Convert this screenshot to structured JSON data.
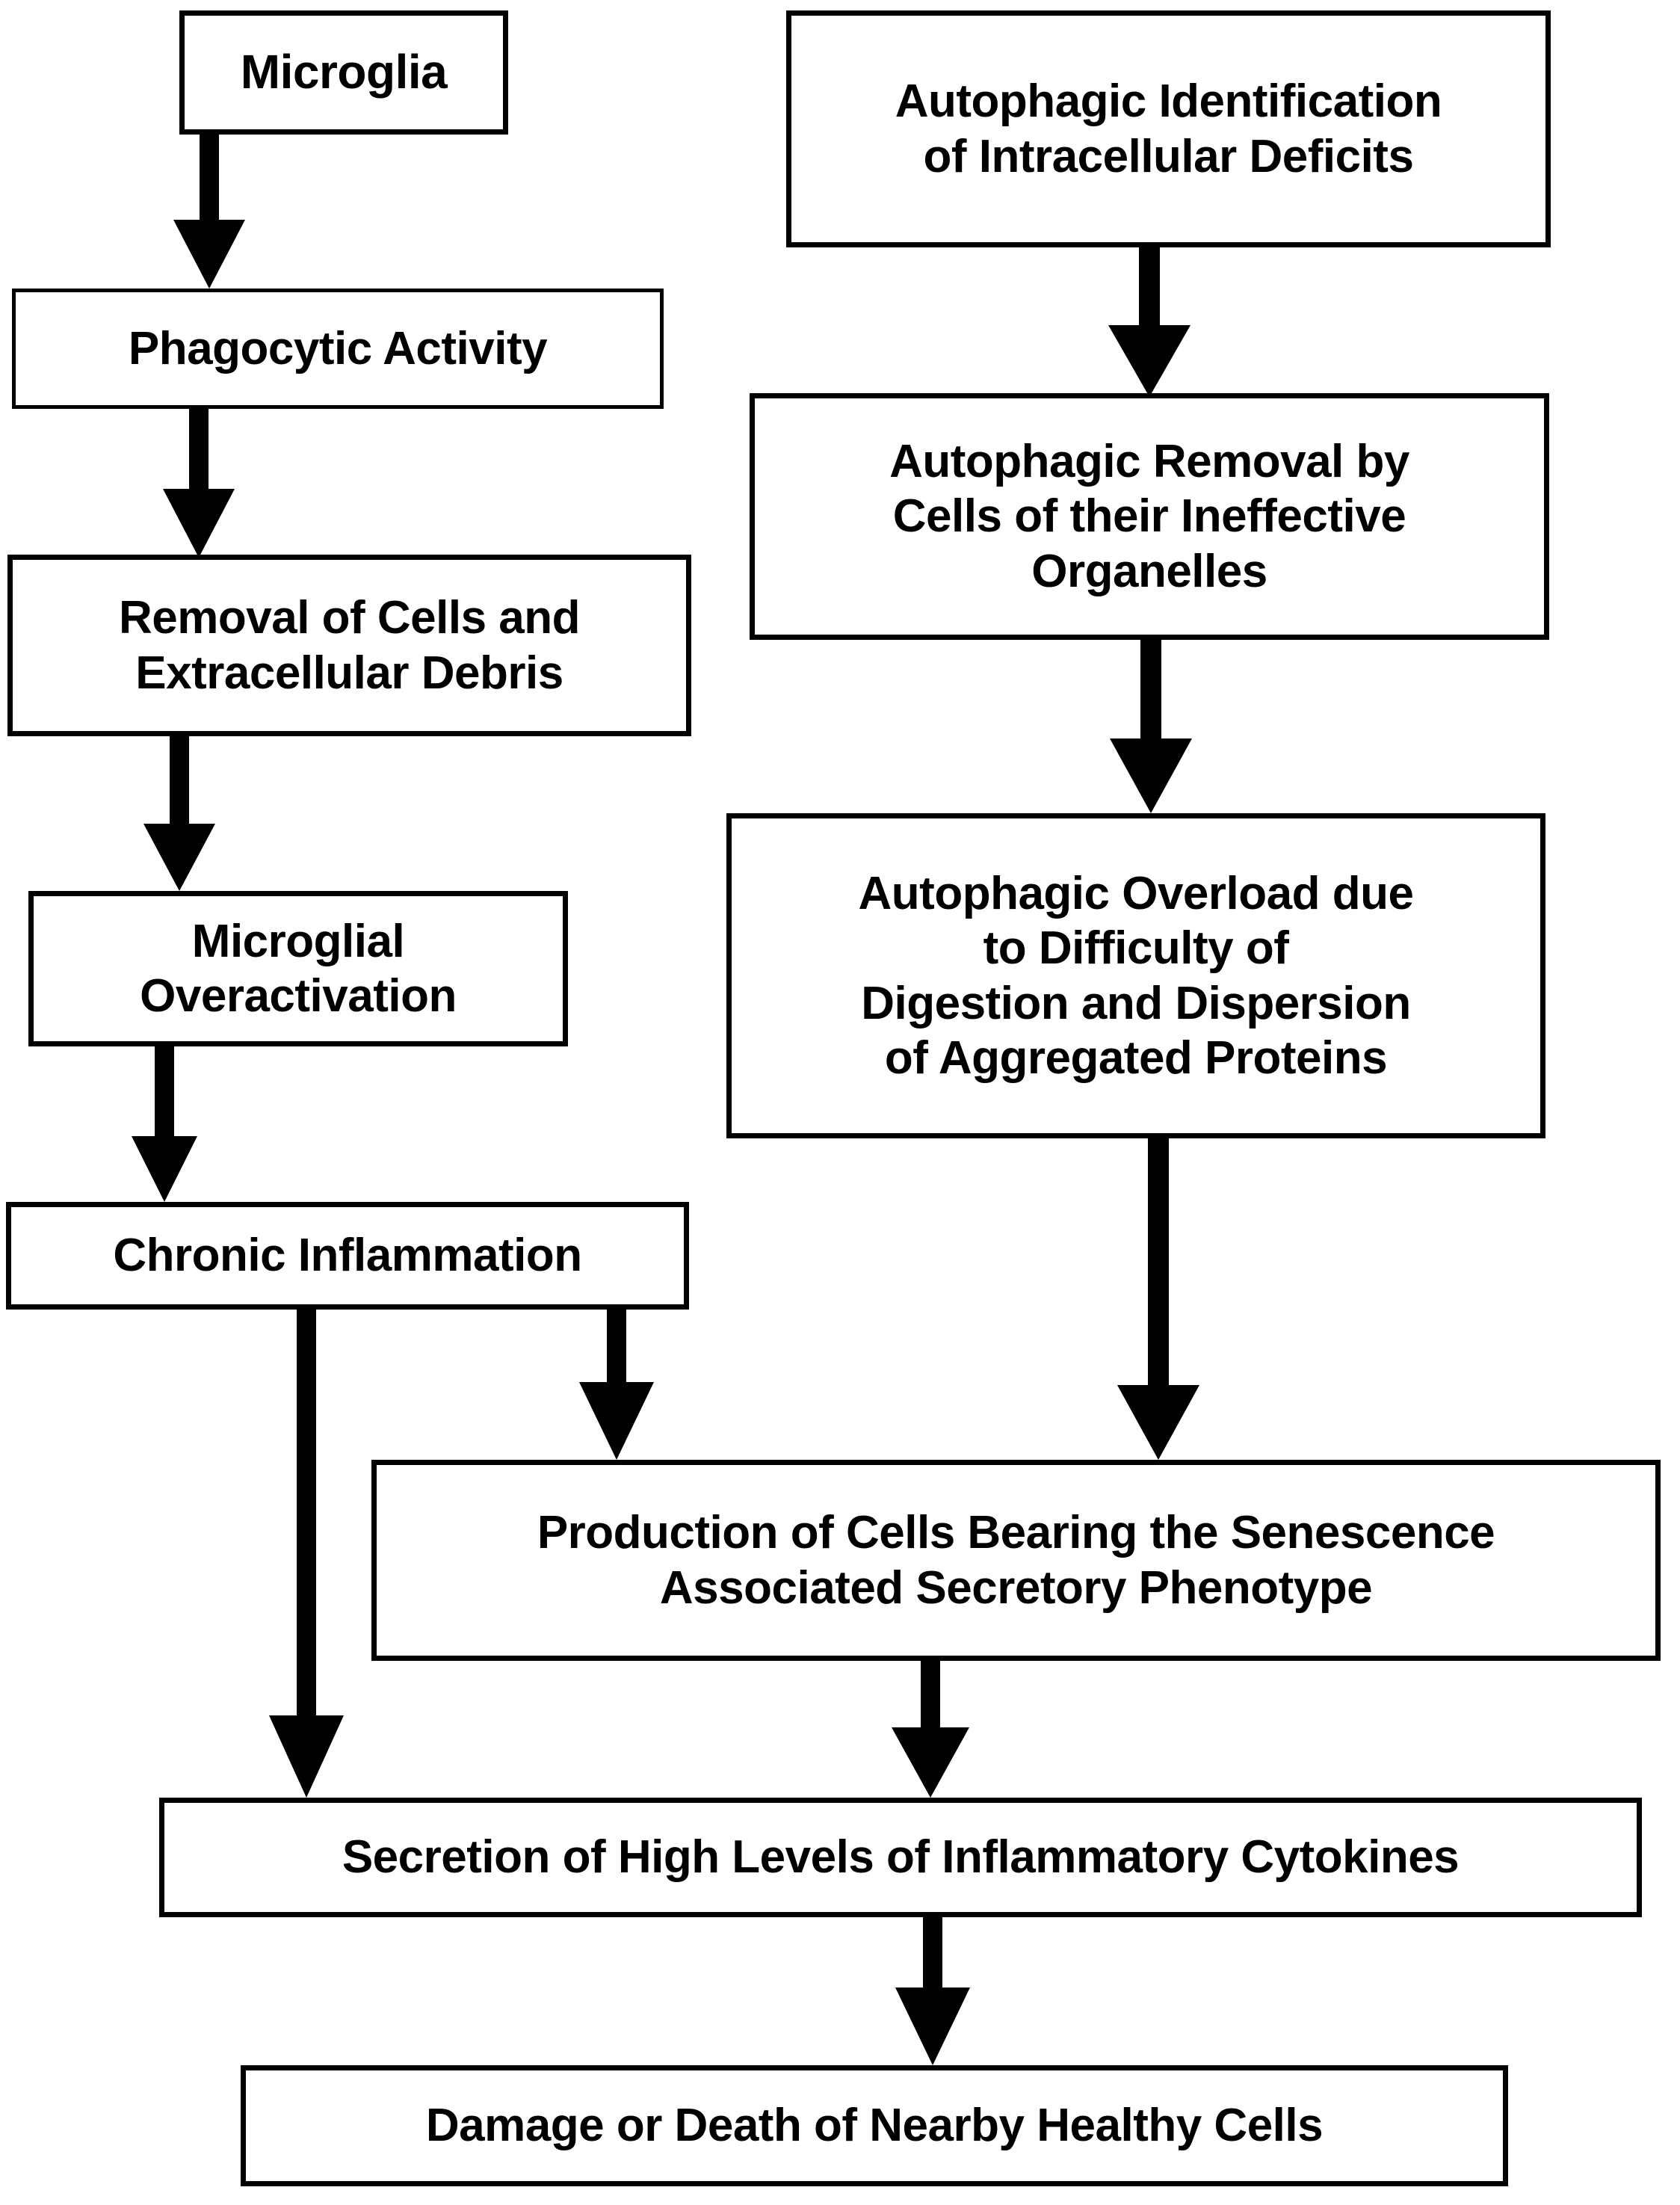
{
  "diagram": {
    "type": "flowchart",
    "title": "",
    "orientation": "top-to-bottom",
    "colors": {
      "stroke": "#000000",
      "fill": "#ffffff",
      "text": "#000000"
    },
    "nodes": [
      {
        "id": "microglia",
        "label": "Microglia"
      },
      {
        "id": "phagocytic",
        "label": "Phagocytic Activity"
      },
      {
        "id": "removal",
        "label": "Removal of Cells and\nExtracellular Debris"
      },
      {
        "id": "overactivation",
        "label": "Microglial\nOveractivation"
      },
      {
        "id": "chronic",
        "label": "Chronic Inflammation"
      },
      {
        "id": "autophagic-id",
        "label": "Autophagic Identification\nof Intracellular Deficits"
      },
      {
        "id": "autophagic-removal",
        "label": "Autophagic Removal by\nCells of their Ineffective\nOrganelles"
      },
      {
        "id": "autophagic-overload",
        "label": "Autophagic Overload due\nto Difficulty of\nDigestion and Dispersion\nof Aggregated Proteins"
      },
      {
        "id": "sasp",
        "label": "Production of Cells Bearing the Senescence\nAssociated Secretory Phenotype"
      },
      {
        "id": "cytokines",
        "label": "Secretion of High Levels of Inflammatory Cytokines"
      },
      {
        "id": "damage",
        "label": "Damage or Death of Nearby Healthy Cells"
      }
    ],
    "edges": [
      {
        "from": "microglia",
        "to": "phagocytic"
      },
      {
        "from": "phagocytic",
        "to": "removal"
      },
      {
        "from": "removal",
        "to": "overactivation"
      },
      {
        "from": "overactivation",
        "to": "chronic"
      },
      {
        "from": "chronic",
        "to": "cytokines"
      },
      {
        "from": "chronic",
        "to": "sasp"
      },
      {
        "from": "autophagic-id",
        "to": "autophagic-removal"
      },
      {
        "from": "autophagic-removal",
        "to": "autophagic-overload"
      },
      {
        "from": "autophagic-overload",
        "to": "sasp"
      },
      {
        "from": "sasp",
        "to": "cytokines"
      },
      {
        "from": "cytokines",
        "to": "damage"
      }
    ]
  }
}
